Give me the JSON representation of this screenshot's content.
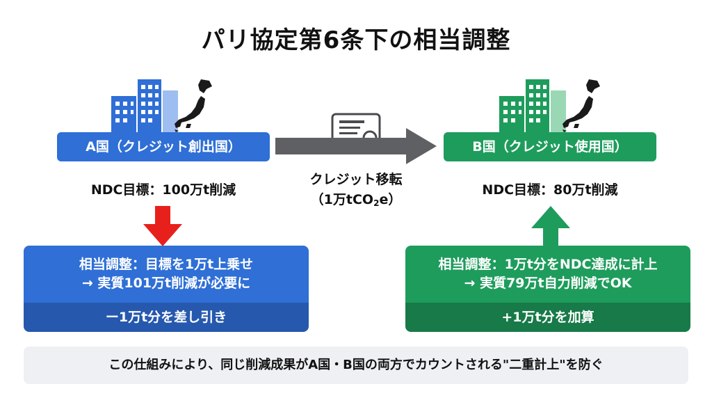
{
  "title": "パリ協定第6条下の相当調整",
  "left": {
    "label": "A国（クレジット創出国）",
    "ndc": "NDC目標：100万t削減",
    "adjust_line1": "相当調整：目標を1万t上乗せ",
    "adjust_line2": "→ 実質101万t削減が必要に",
    "result": "ー1万t分を差し引き"
  },
  "transfer": {
    "line1": "クレジット移転",
    "line2_prefix": "（1万tCO",
    "line2_sub": "2",
    "line2_suffix": "e）"
  },
  "right": {
    "label": "B国（クレジット使用国）",
    "ndc": "NDC目標：80万t削減",
    "adjust_line1": "相当調整：1万t分をNDC達成に計上",
    "adjust_line2": "→ 実質79万t自力削減でOK",
    "result": "+1万t分を加算"
  },
  "footer": "この仕組みにより、同じ削減成果がA国・B国の両方でカウントされる\"二重計上\"を防ぐ",
  "colors": {
    "blue": "#2f6fd6",
    "blue_dark": "#2659ae",
    "green": "#1e9c5c",
    "green_dark": "#177a48",
    "arrow_red": "#e8201c",
    "arrow_gray": "#5f6063"
  },
  "icons": [
    "buildings-icon",
    "japan-map-icon",
    "certificate-icon",
    "arrow-right-icon",
    "arrow-down-icon",
    "arrow-up-icon"
  ]
}
